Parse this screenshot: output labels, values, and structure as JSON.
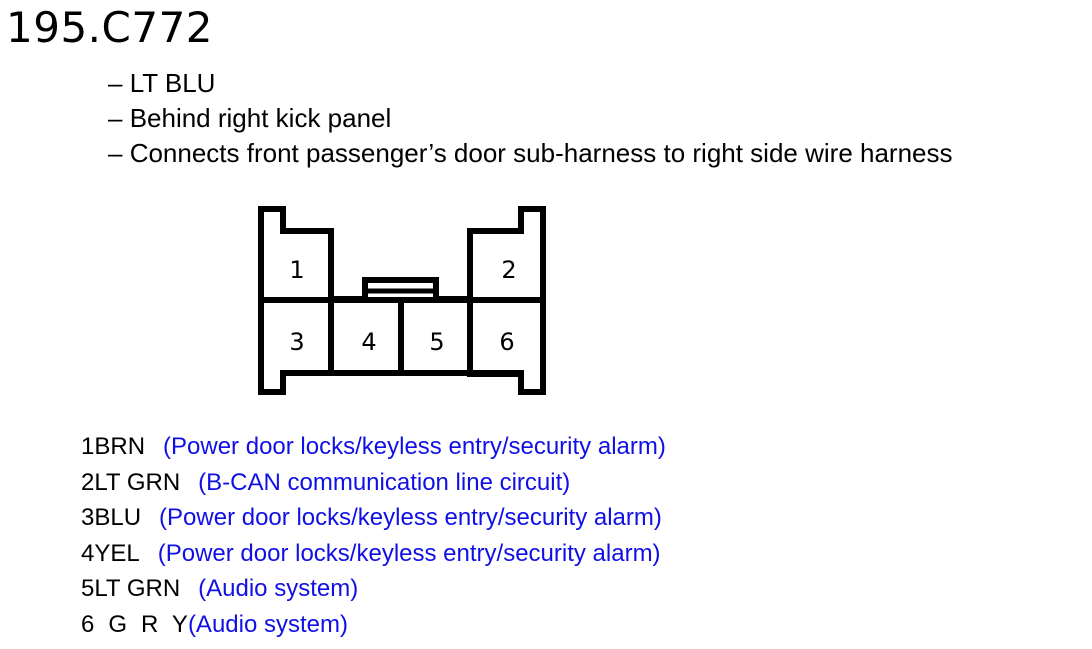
{
  "connector_id": "195.C772",
  "details": [
    "LT BLU",
    "Behind right kick panel",
    "Connects front passenger’s door sub-harness to right side wire harness"
  ],
  "cavities": [
    "1",
    "2",
    "3",
    "4",
    "5",
    "6"
  ],
  "pins": [
    {
      "num": "1",
      "wire": "BRN",
      "circuit": "(Power door locks/keyless entry/security alarm)"
    },
    {
      "num": "2",
      "wire": "LT GRN",
      "circuit": "(B-CAN communication line circuit)"
    },
    {
      "num": "3",
      "wire": "BLU",
      "circuit": "(Power door locks/keyless entry/security alarm)"
    },
    {
      "num": "4",
      "wire": "YEL",
      "circuit": "(Power door locks/keyless entry/security alarm)"
    },
    {
      "num": "5",
      "wire": "LT GRN",
      "circuit": "(Audio system)"
    },
    {
      "num": "6",
      "wire": "GRY",
      "circuit": "(Audio system)"
    }
  ],
  "colors": {
    "text": "#000000",
    "circuit_text": "#1010e6",
    "outline": "#000000",
    "background": "#ffffff"
  }
}
